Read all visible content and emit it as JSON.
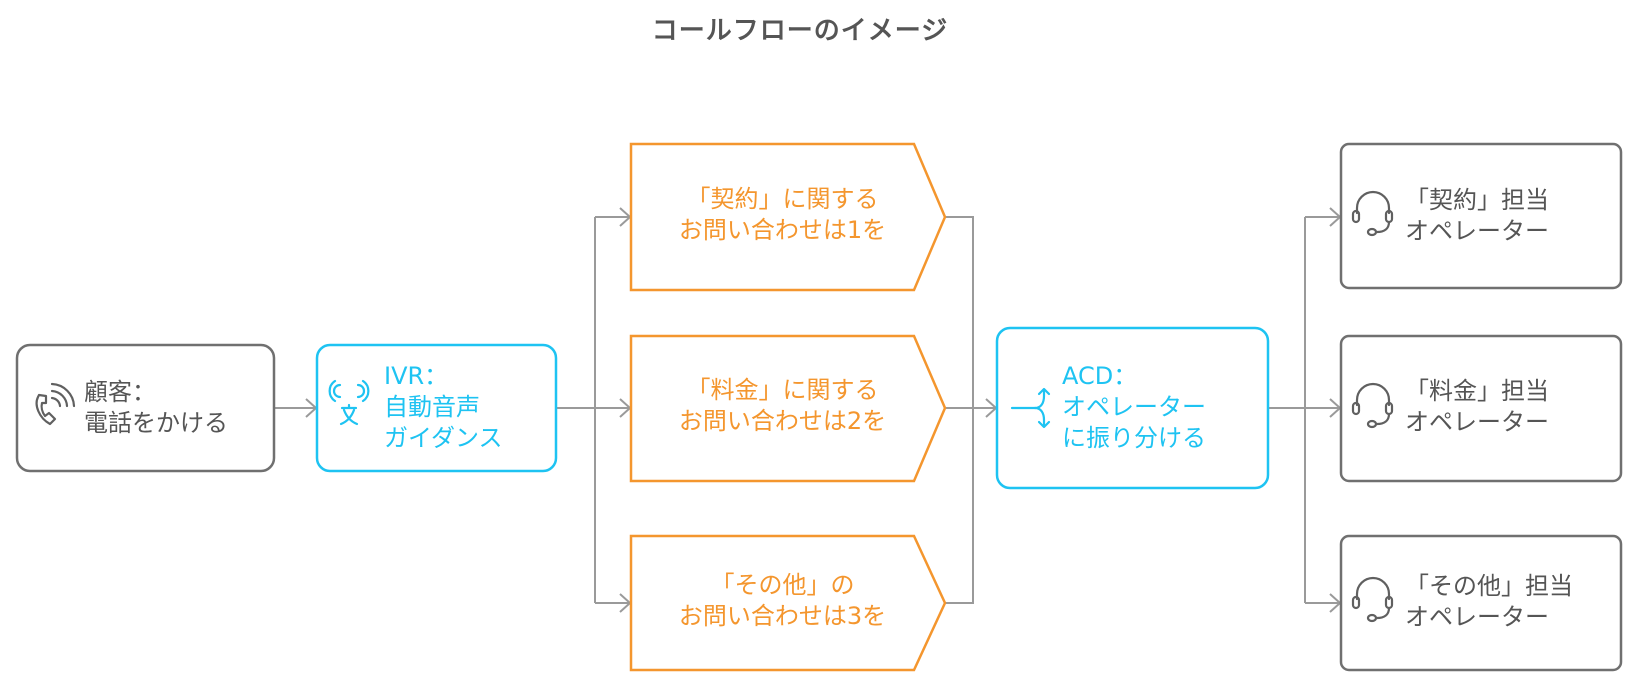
{
  "title": "コールフローのイメージ",
  "colors": {
    "gray": "#555555",
    "blue": "#1ec3f2",
    "orange": "#f4962e",
    "connector": "#9a9a9a"
  },
  "nodes": {
    "customer": {
      "lines": [
        "顧客：",
        "電話をかける"
      ],
      "icon": "phone-ringing-icon"
    },
    "ivr": {
      "lines": [
        "IVR：",
        "自動音声",
        "ガイダンス"
      ],
      "icon": "voice-translate-icon"
    },
    "options": [
      {
        "lines": [
          "「契約」に関する",
          "お問い合わせは1を"
        ]
      },
      {
        "lines": [
          "「料金」に関する",
          "お問い合わせは2を"
        ]
      },
      {
        "lines": [
          "「その他」の",
          "お問い合わせは3を"
        ]
      }
    ],
    "acd": {
      "lines": [
        "ACD：",
        "オペレーター",
        "に振り分ける"
      ],
      "icon": "split-arrows-icon"
    },
    "operators": [
      {
        "lines": [
          "「契約」担当",
          "オペレーター"
        ],
        "icon": "headset-icon"
      },
      {
        "lines": [
          "「料金」担当",
          "オペレーター"
        ],
        "icon": "headset-icon"
      },
      {
        "lines": [
          "「その他」担当",
          "オペレーター"
        ],
        "icon": "headset-icon"
      }
    ]
  }
}
